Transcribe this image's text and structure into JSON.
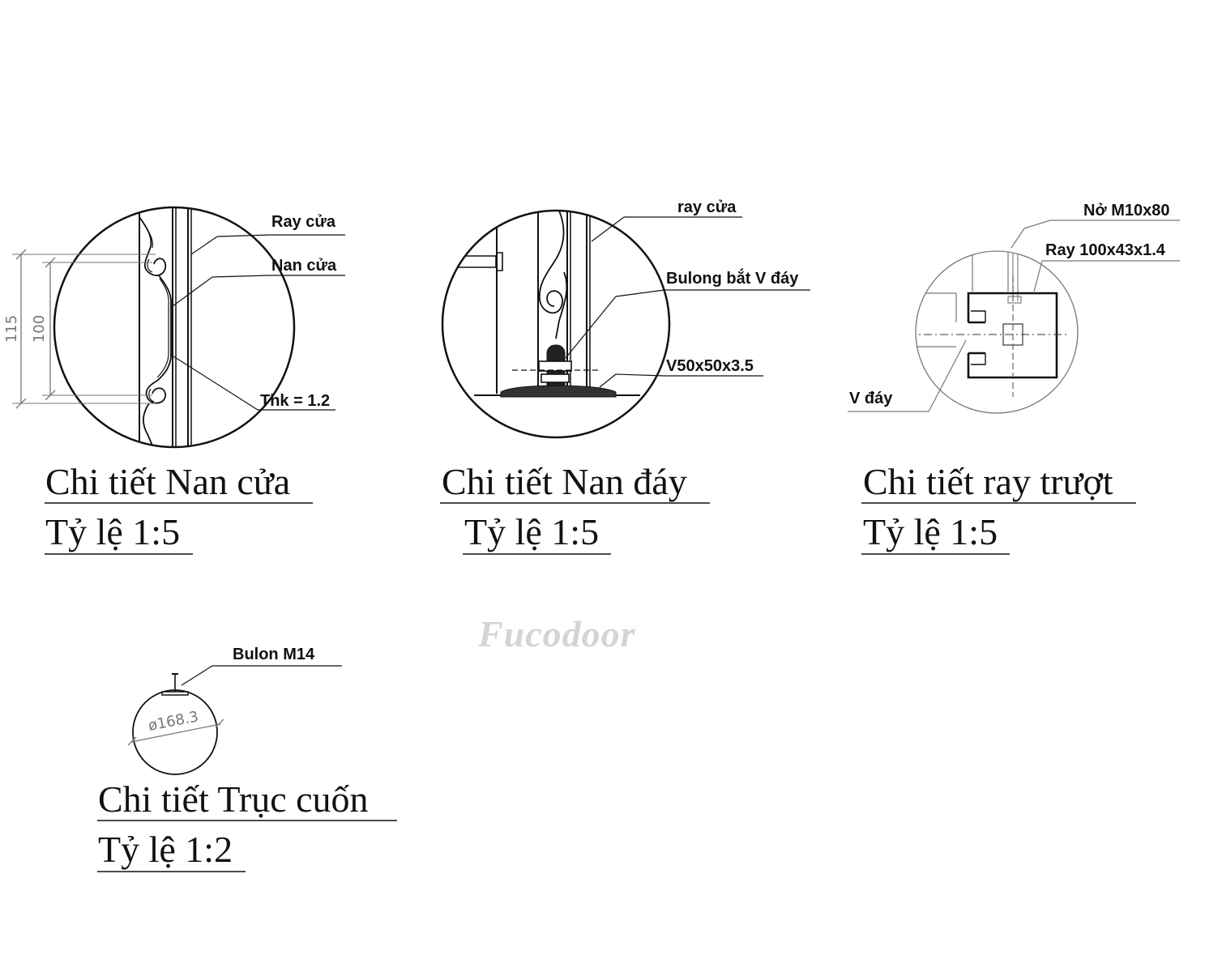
{
  "watermark": "Fucodoor",
  "details": [
    {
      "id": "nan-cua",
      "title": "Chi tiết Nan cửa",
      "scale": "Tỷ lệ 1:5",
      "callouts": [
        "Ray cửa",
        "Nan cửa",
        "Thk = 1.2"
      ],
      "dimensions": [
        "115",
        "100"
      ]
    },
    {
      "id": "nan-day",
      "title": "Chi tiết Nan đáy",
      "scale": "Tỷ lệ 1:5",
      "callouts": [
        "ray cửa",
        "Bulong bắt V đáy",
        "V50x50x3.5"
      ]
    },
    {
      "id": "ray-truot",
      "title": "Chi tiết ray trượt",
      "scale": "Tỷ lệ 1:5",
      "callouts": [
        "Nở M10x80",
        "Ray 100x43x1.4",
        "V đáy"
      ]
    },
    {
      "id": "truc-cuon",
      "title": "Chi tiết Trục cuốn",
      "scale": "Tỷ lệ 1:2",
      "callouts": [
        "Bulon M14"
      ],
      "dimensions": [
        "ø168.3"
      ]
    }
  ]
}
